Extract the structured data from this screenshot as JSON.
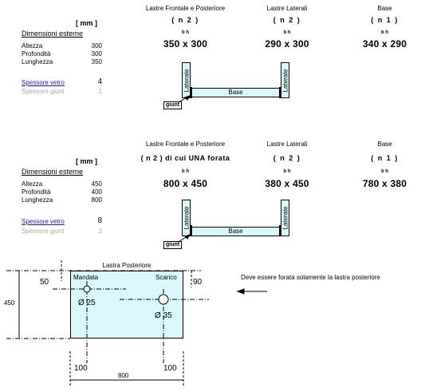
{
  "unit_label": "[ mm ]",
  "section1": {
    "heading": "Dimensioni esterne",
    "rows": [
      {
        "label": "Altezza",
        "value": "300"
      },
      {
        "label": "Profondità",
        "value": "300"
      },
      {
        "label": "Lunghezza",
        "value": "350"
      }
    ],
    "spessore_vetro_label": "Spessore vetro",
    "spessore_vetro_value": "4",
    "spessore_giunt_label": "Spessore giunt",
    "spessore_giunt_value": "1",
    "columns": [
      {
        "title": "Lastre Frontale e Posteriore",
        "qty": "( n 2 )",
        "ticks": "b      h",
        "dims": "350  x  300"
      },
      {
        "title": "Lastre Laterali",
        "qty": "( n 2 )",
        "ticks": "b      h",
        "dims": "290  x  300"
      },
      {
        "title": "Base",
        "qty": "( n 1 )",
        "ticks": "b      h",
        "dims": "340  x  290"
      }
    ],
    "diagram": {
      "laterale_left": "Laterale",
      "laterale_right": "Laterale",
      "base": "Base",
      "giunt": "giunt"
    }
  },
  "section2": {
    "heading": "Dimensioni esterne",
    "rows": [
      {
        "label": "Altezza",
        "value": "450"
      },
      {
        "label": "Profondità",
        "value": "400"
      },
      {
        "label": "Lunghezza",
        "value": "800"
      }
    ],
    "spessore_vetro_label": "Spessore vetro",
    "spessore_vetro_value": "8",
    "spessore_giunt_label": "Spessore giunt",
    "spessore_giunt_value": "2",
    "columns": [
      {
        "title": "Lastre Frontale e Posteriore",
        "qty": "( n 2 ) di cui UNA forata",
        "ticks": "b      h",
        "dims": "800  x  450"
      },
      {
        "title": "Lastre Laterali",
        "qty": "( n 2 )",
        "ticks": "b      h",
        "dims": "380  x  450"
      },
      {
        "title": "Base",
        "qty": "( n 1 )",
        "ticks": "b      h",
        "dims": "780  x  380"
      }
    ],
    "diagram": {
      "laterale_left": "Laterale",
      "laterale_right": "Laterale",
      "base": "Base",
      "giunt": "giunt"
    }
  },
  "drawing": {
    "title": "Lastra Posteriore",
    "mandata": "Mandata",
    "scarico": "Scarico",
    "left_offset": "50",
    "right_offset": "90",
    "height": "450",
    "mandata_diameter": "Ø 25",
    "scarico_diameter": "Ø 35",
    "left_dist": "100",
    "right_dist": "100",
    "width": "800",
    "note": "Deve essere forata solamente la lastra posteriore"
  }
}
